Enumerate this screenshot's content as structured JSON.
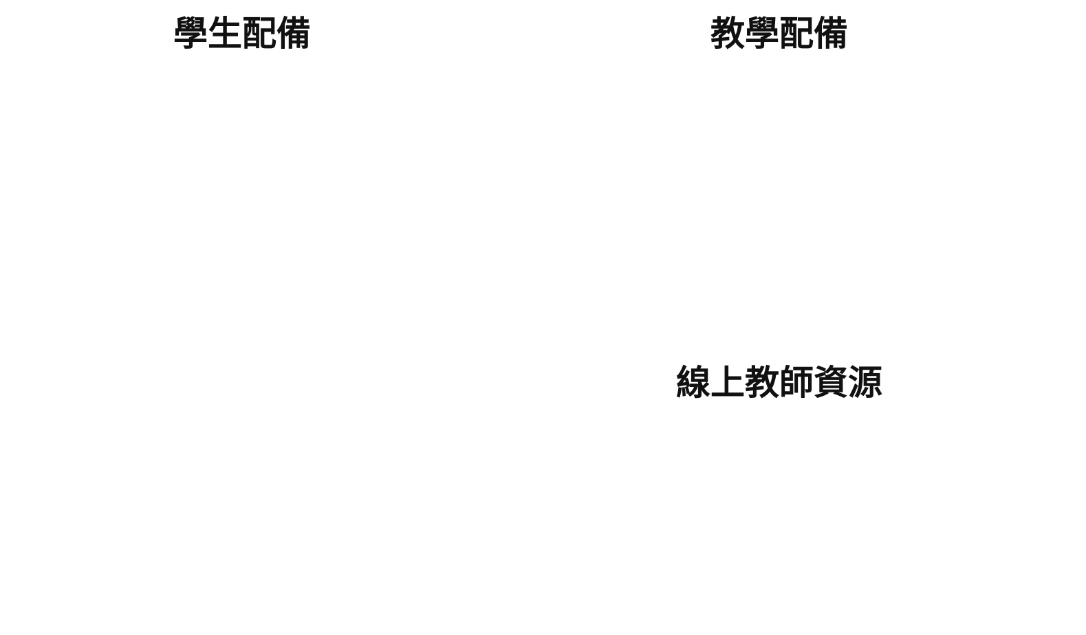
{
  "sections": {
    "student_materials": {
      "title": "學生配備"
    },
    "teaching_materials": {
      "title": "教學配備"
    },
    "online_teacher_resources": {
      "title": "線上教師資源"
    }
  }
}
